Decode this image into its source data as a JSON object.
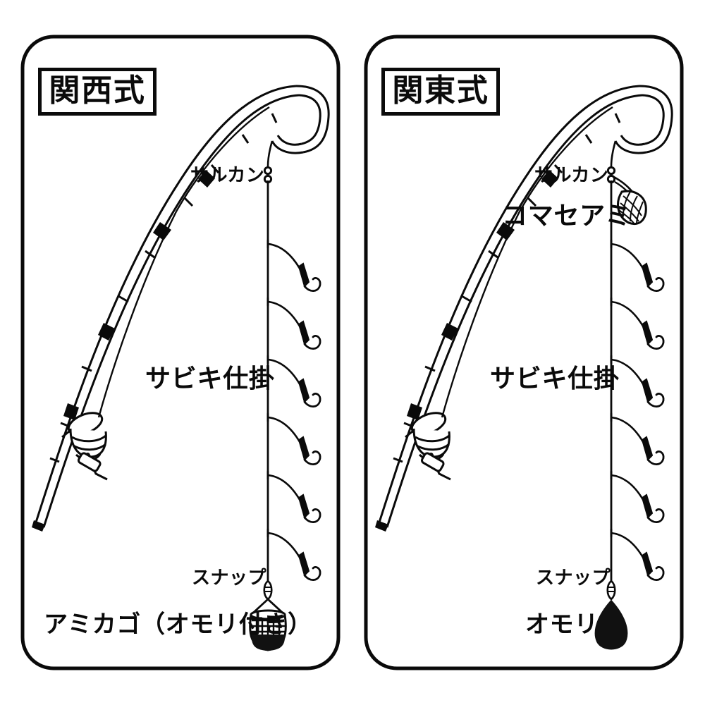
{
  "figure": {
    "type": "diagram",
    "subject": "sabiki-rig-comparison",
    "background_color": "#ffffff",
    "line_color": "#0a0a0a",
    "panel_count": 2
  },
  "panels": [
    {
      "id": "kansai",
      "title": "関西式",
      "labels": {
        "swivel": "サルカン",
        "rig": "サビキ仕掛",
        "snap": "スナップ",
        "terminal": "アミカゴ（オモリ付き）"
      },
      "components": {
        "rod": "bent-spinning-rod",
        "reel": "spinning-reel",
        "swivel": "two-ring-swivel",
        "hook_count": 6,
        "terminal_tackle": "mesh-basket-with-weight",
        "chum_bag": null
      }
    },
    {
      "id": "kanto",
      "title": "関東式",
      "labels": {
        "swivel": "サルカン",
        "chum": "コマセアミ",
        "rig": "サビキ仕掛",
        "snap": "スナップ",
        "terminal": "オモリ"
      },
      "components": {
        "rod": "bent-spinning-rod",
        "reel": "spinning-reel",
        "swivel": "two-ring-swivel",
        "hook_count": 6,
        "terminal_tackle": "teardrop-sinker",
        "chum_bag": "mesh-chum-bag"
      }
    }
  ],
  "colors": {
    "stroke": "#0a0a0a",
    "fill_black": "#111111",
    "panel_background": "#ffffff",
    "title_border": "#0b0b0b"
  }
}
